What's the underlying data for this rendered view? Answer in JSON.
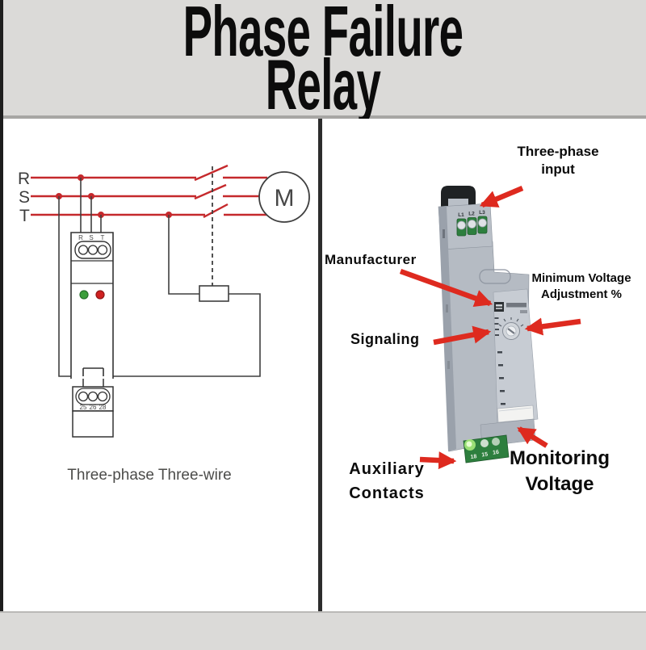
{
  "title": {
    "line1": "Phase Failure",
    "line2": "Relay"
  },
  "left_panel": {
    "phase_labels": [
      "R",
      "S",
      "T"
    ],
    "relay": {
      "top_terminals": [
        "R",
        "S",
        "T"
      ],
      "bottom_terminals": [
        "25",
        "26",
        "28"
      ]
    },
    "motor_label": "M",
    "caption": "Three-phase Three-wire"
  },
  "right_panel": {
    "device": {
      "top_terminals": [
        "L1",
        "L2",
        "L3"
      ],
      "bottom_terminals": [
        "18",
        "15",
        "16"
      ]
    },
    "annotations": {
      "three_phase_input": {
        "line1": "Three-phase",
        "line2": "input"
      },
      "manufacturer": {
        "line1": "Manufacturer"
      },
      "min_voltage": {
        "line1": "Minimum Voltage",
        "line2": "Adjustment %"
      },
      "signaling": {
        "line1": "Signaling"
      },
      "auxiliary_contacts": {
        "line1": "Auxiliary",
        "line2": "Contacts"
      },
      "monitoring_voltage": {
        "line1": "Monitoring",
        "line2": "Voltage"
      }
    }
  },
  "colors": {
    "header_bg": "#dbdad8",
    "wire_red": "#c5292c",
    "wire_black": "#3f3f3f",
    "arrow_red": "#de2a1f",
    "led_green": "#3b9e3b",
    "led_red": "#cf2121",
    "terminal_green": "#2d7f3e"
  }
}
